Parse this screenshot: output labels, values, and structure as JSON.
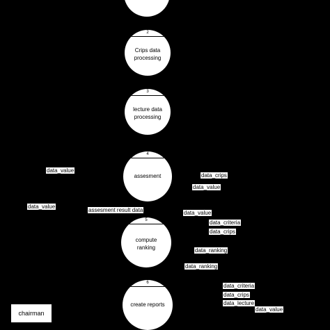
{
  "processes": [
    {
      "number": "",
      "label": ""
    },
    {
      "number": "2",
      "label": "Crips data\nprocessing"
    },
    {
      "number": "3",
      "label": "lecture data\nprocessing"
    },
    {
      "number": "4",
      "label": "assesment"
    },
    {
      "number": "5",
      "label": "compute\nranking"
    },
    {
      "number": "6",
      "label": "create reports"
    }
  ],
  "entities": {
    "chairman": "chairman"
  },
  "flows": [
    "data_value",
    "data_value",
    "assesment result data",
    "data_crips",
    "data_value",
    "data_value",
    "data_criteria",
    "data_crips",
    "data_ranking",
    "data_ranking",
    "data_criteria",
    "data_crips",
    "data_lecture",
    "data_value"
  ],
  "colors": {
    "background": "#000000",
    "shape_fill": "#ffffff",
    "text": "#000000"
  }
}
